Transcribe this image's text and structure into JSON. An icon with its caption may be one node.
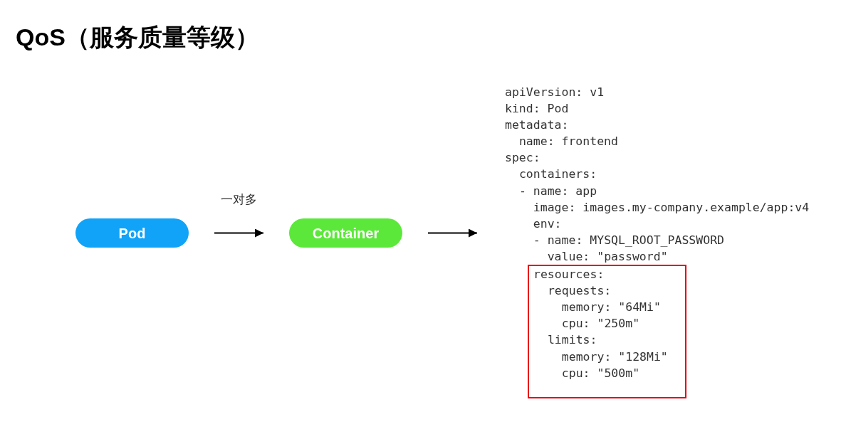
{
  "diagram": {
    "title": "QoS（服务质量等级）",
    "nodes": [
      {
        "text": [
          "Pod"
        ]
      },
      {
        "text": [
          "Container"
        ]
      },
      {
        "text": [
          "apiVersion: v1",
          "kind: Pod",
          "metadata:",
          "name: frontend",
          "spec:",
          "containers:",
          "- name: app",
          "image: images.my-company.example/app:v4",
          "env:",
          "- name: MYSQL_ROOT_PASSWORD",
          "value: \"password\""
        ]
      },
      {
        "text": [
          "resources:",
          "requests:",
          "memory: \"64Mi\"",
          "cpu: \"250m\"",
          "limits:",
          "memory: \"128Mi\"",
          "cpu: \"500m\""
        ],
        "in": 2
      }
    ],
    "edges": [
      {
        "from": 0,
        "to": 1,
        "arrow": "to",
        "label": "一对多"
      },
      {
        "from": 1,
        "to": 2,
        "arrow": "to"
      }
    ]
  }
}
